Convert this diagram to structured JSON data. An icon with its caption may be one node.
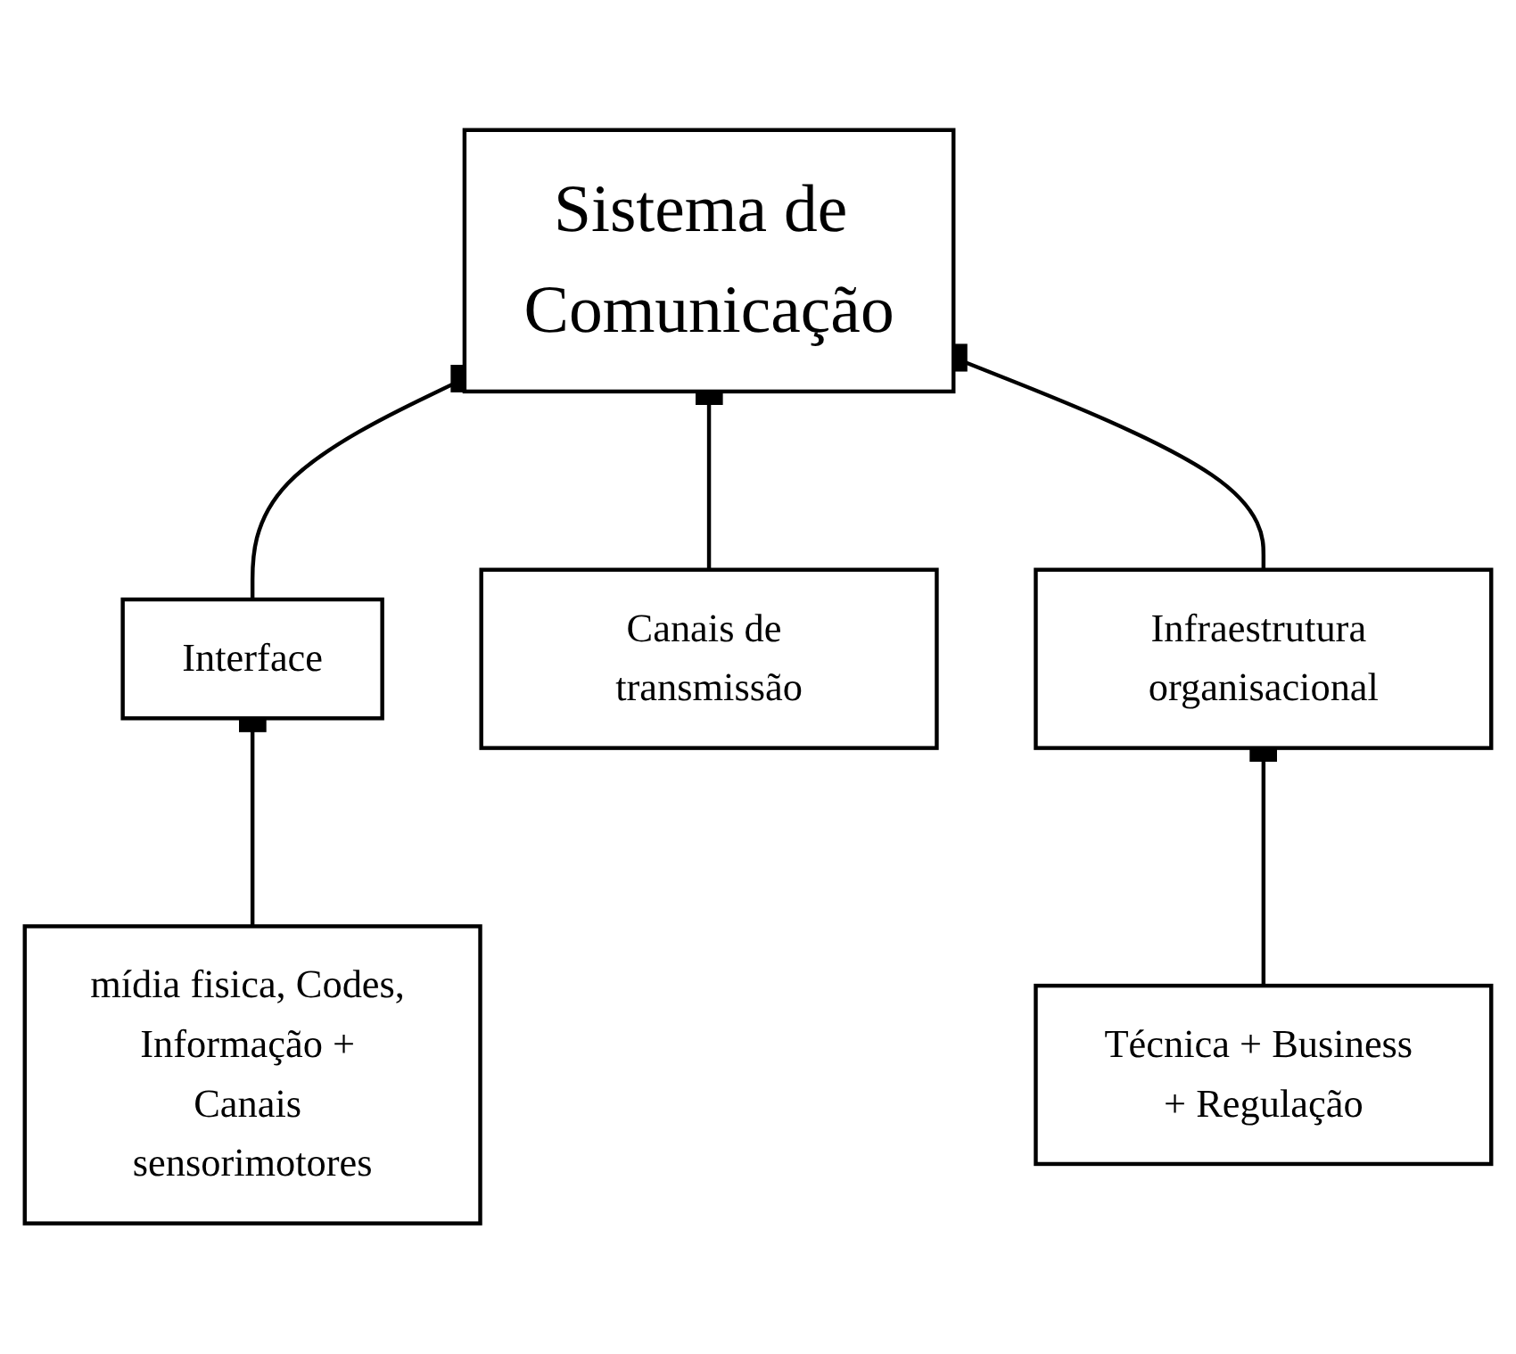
{
  "diagram": {
    "nodes": [
      {
        "text": [
          "Sistema de Comunicação"
        ]
      },
      {
        "text": [
          "Interface"
        ]
      },
      {
        "text": [
          "Canais de transmissão"
        ]
      },
      {
        "text": [
          "Infraestrutura organisacional"
        ]
      },
      {
        "text": [
          "mídia fisica, Codes, Informação + Canais sensorimotores"
        ]
      },
      {
        "text": [
          "Técnica + Business + Regulação"
        ]
      }
    ],
    "edges": [
      {
        "from": 0,
        "to": 1,
        "arrow": "other"
      },
      {
        "from": 0,
        "to": 2,
        "arrow": "other"
      },
      {
        "from": 0,
        "to": 3,
        "arrow": "other"
      },
      {
        "from": 1,
        "to": 4,
        "arrow": "other"
      },
      {
        "from": 3,
        "to": 5,
        "arrow": "other"
      }
    ]
  }
}
